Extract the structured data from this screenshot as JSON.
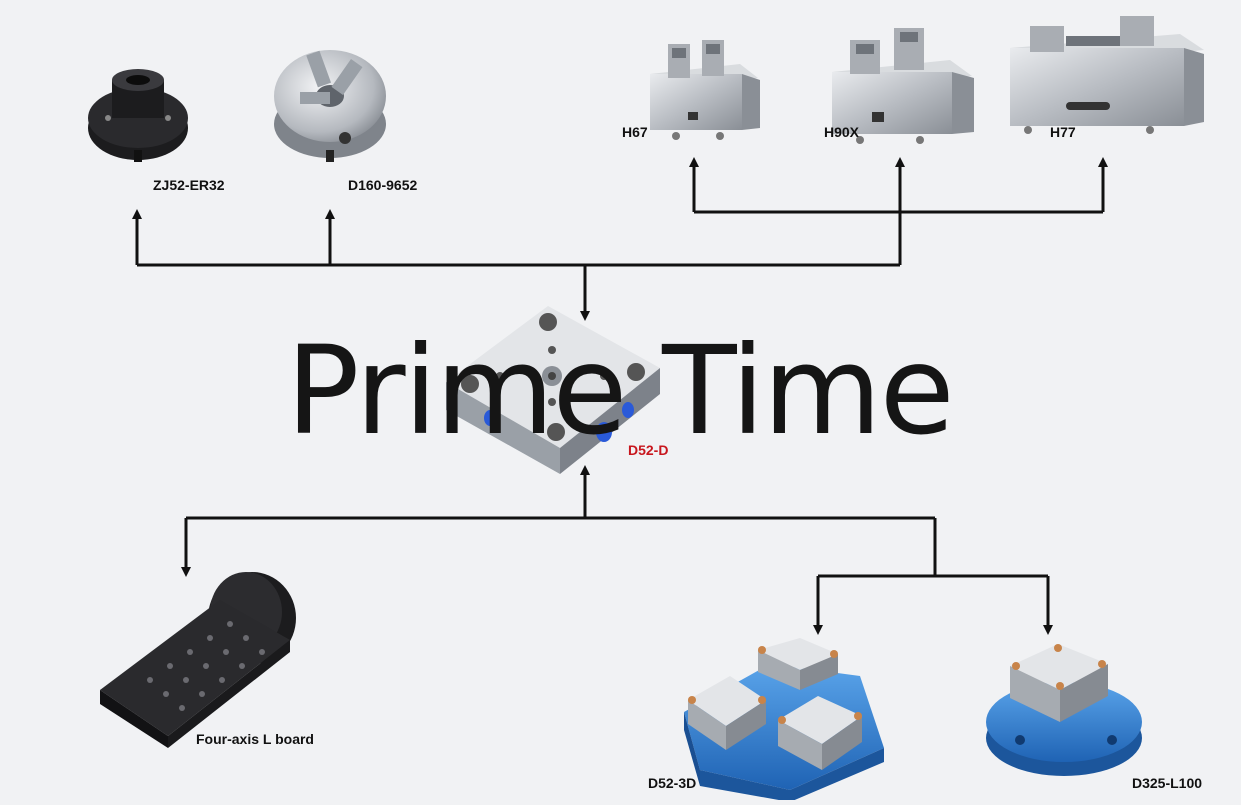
{
  "title": "Prime Time",
  "colors": {
    "line": "#111111",
    "steel": "#b9bdc3",
    "steel_dark": "#7d828a",
    "black_part": "#1c1c1e",
    "blue_base": "#2f80d6",
    "copper": "#c8844a",
    "center_label": "#c8161d"
  },
  "center": {
    "label": "D52-D"
  },
  "top_products": [
    {
      "label": "ZJ52-ER32"
    },
    {
      "label": "D160-9652"
    },
    {
      "label": "H67"
    },
    {
      "label": "H90X"
    },
    {
      "label": "H77"
    }
  ],
  "bottom_products": [
    {
      "label": "Four-axis L board"
    },
    {
      "label": "D52-3D"
    },
    {
      "label": "D325-L100"
    }
  ]
}
